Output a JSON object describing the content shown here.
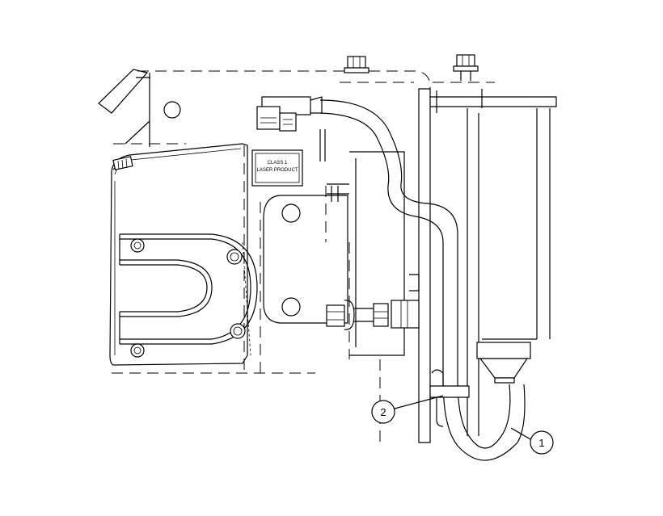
{
  "figure": {
    "label_plate": {
      "line1": "CLASS 1",
      "line2": "LASER PRODUCT"
    },
    "callouts": [
      {
        "id": "callout-1",
        "number": "1"
      },
      {
        "id": "callout-2",
        "number": "2"
      }
    ]
  }
}
